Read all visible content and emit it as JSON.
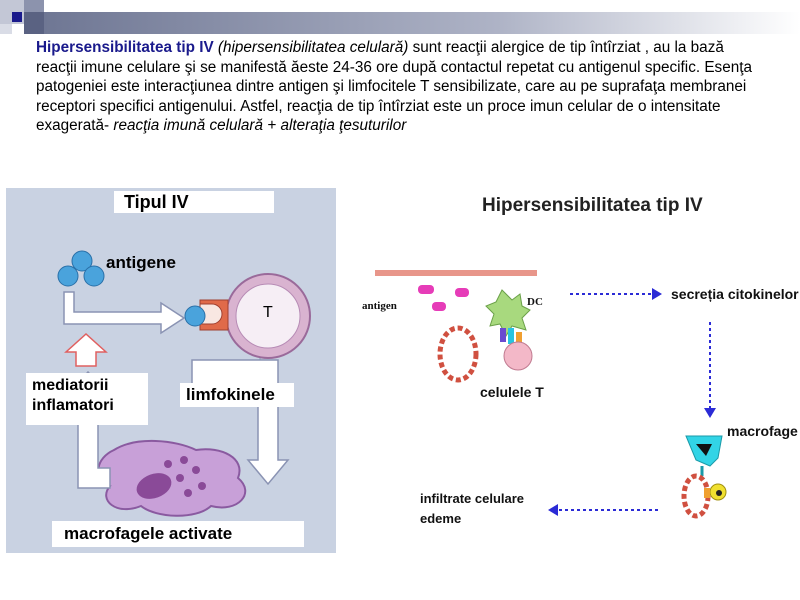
{
  "paragraph": {
    "title_bold": "Hipersensibilitatea tip IV",
    "title_italic": " (hipersensibilitatea celulară)",
    "text1": " sunt reacţii alergice de tip întîrziat , au la bază reacţii imune celulare şi se manifestă ăeste 24-36 ore după contactul repetat cu antigenul specific. Esenţa patogeniei este interacţiunea dintre antigen şi limfocitele T sensibilizate, care au pe suprafaţa membranei receptori specifici antigenului. Astfel, reacţia de tip întîrziat este un proce imun celular de o intensitate exagerată- ",
    "text_italic": "reacţia imună celulară + alteraţia ţesuturilor"
  },
  "left_diagram": {
    "title": "Tipul IV",
    "antigen_label": "antigene",
    "t_cell_label": "T",
    "mediators_label_1": "mediatorii",
    "mediators_label_2": "inflamatori",
    "lymphokines_label": "limfokinele",
    "macrophage_label": "macrofagele activate"
  },
  "right_diagram": {
    "title": "Hipersensibilitatea tip IV",
    "antigen_label": "antigen",
    "dc_label": "DC",
    "t_cells_label": "celulele T",
    "cytokines_label": "secreția citokinelor",
    "macrophages_label": "macrofage",
    "infiltrates_label_1": "infiltrate celulare",
    "infiltrates_label_2": "edeme"
  },
  "colors": {
    "accent_blue": "#1a1a8c",
    "panel_bg": "#c9d2e2",
    "arrow_blue": "#2b2bd6"
  }
}
